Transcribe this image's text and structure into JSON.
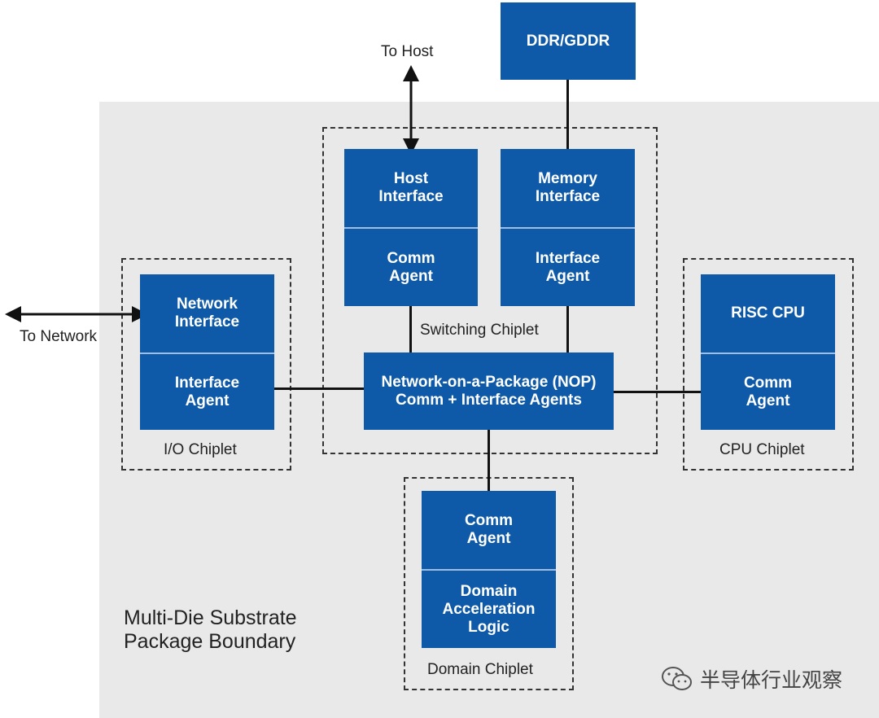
{
  "substrate_label": "Multi-Die Substrate\nPackage Boundary",
  "external": {
    "ddr": "DDR/GDDR",
    "to_host": "To Host",
    "to_network": "To Network"
  },
  "switching_chiplet": {
    "label": "Switching Chiplet",
    "host_interface": "Host\nInterface",
    "host_comm_agent": "Comm\nAgent",
    "memory_interface": "Memory\nInterface",
    "memory_interface_agent": "Interface\nAgent",
    "nop": "Network-on-a-Package (NOP)\nComm + Interface Agents"
  },
  "io_chiplet": {
    "label": "I/O Chiplet",
    "network_interface": "Network\nInterface",
    "interface_agent": "Interface\nAgent"
  },
  "cpu_chiplet": {
    "label": "CPU Chiplet",
    "risc_cpu": "RISC CPU",
    "comm_agent": "Comm\nAgent"
  },
  "domain_chiplet": {
    "label": "Domain Chiplet",
    "comm_agent": "Comm\nAgent",
    "logic": "Domain\nAcceleration\nLogic"
  },
  "watermark": "半导体行业观察",
  "colors": {
    "block": "#0f5aa8",
    "substrate": "#e9e9e9",
    "line": "#111111"
  }
}
